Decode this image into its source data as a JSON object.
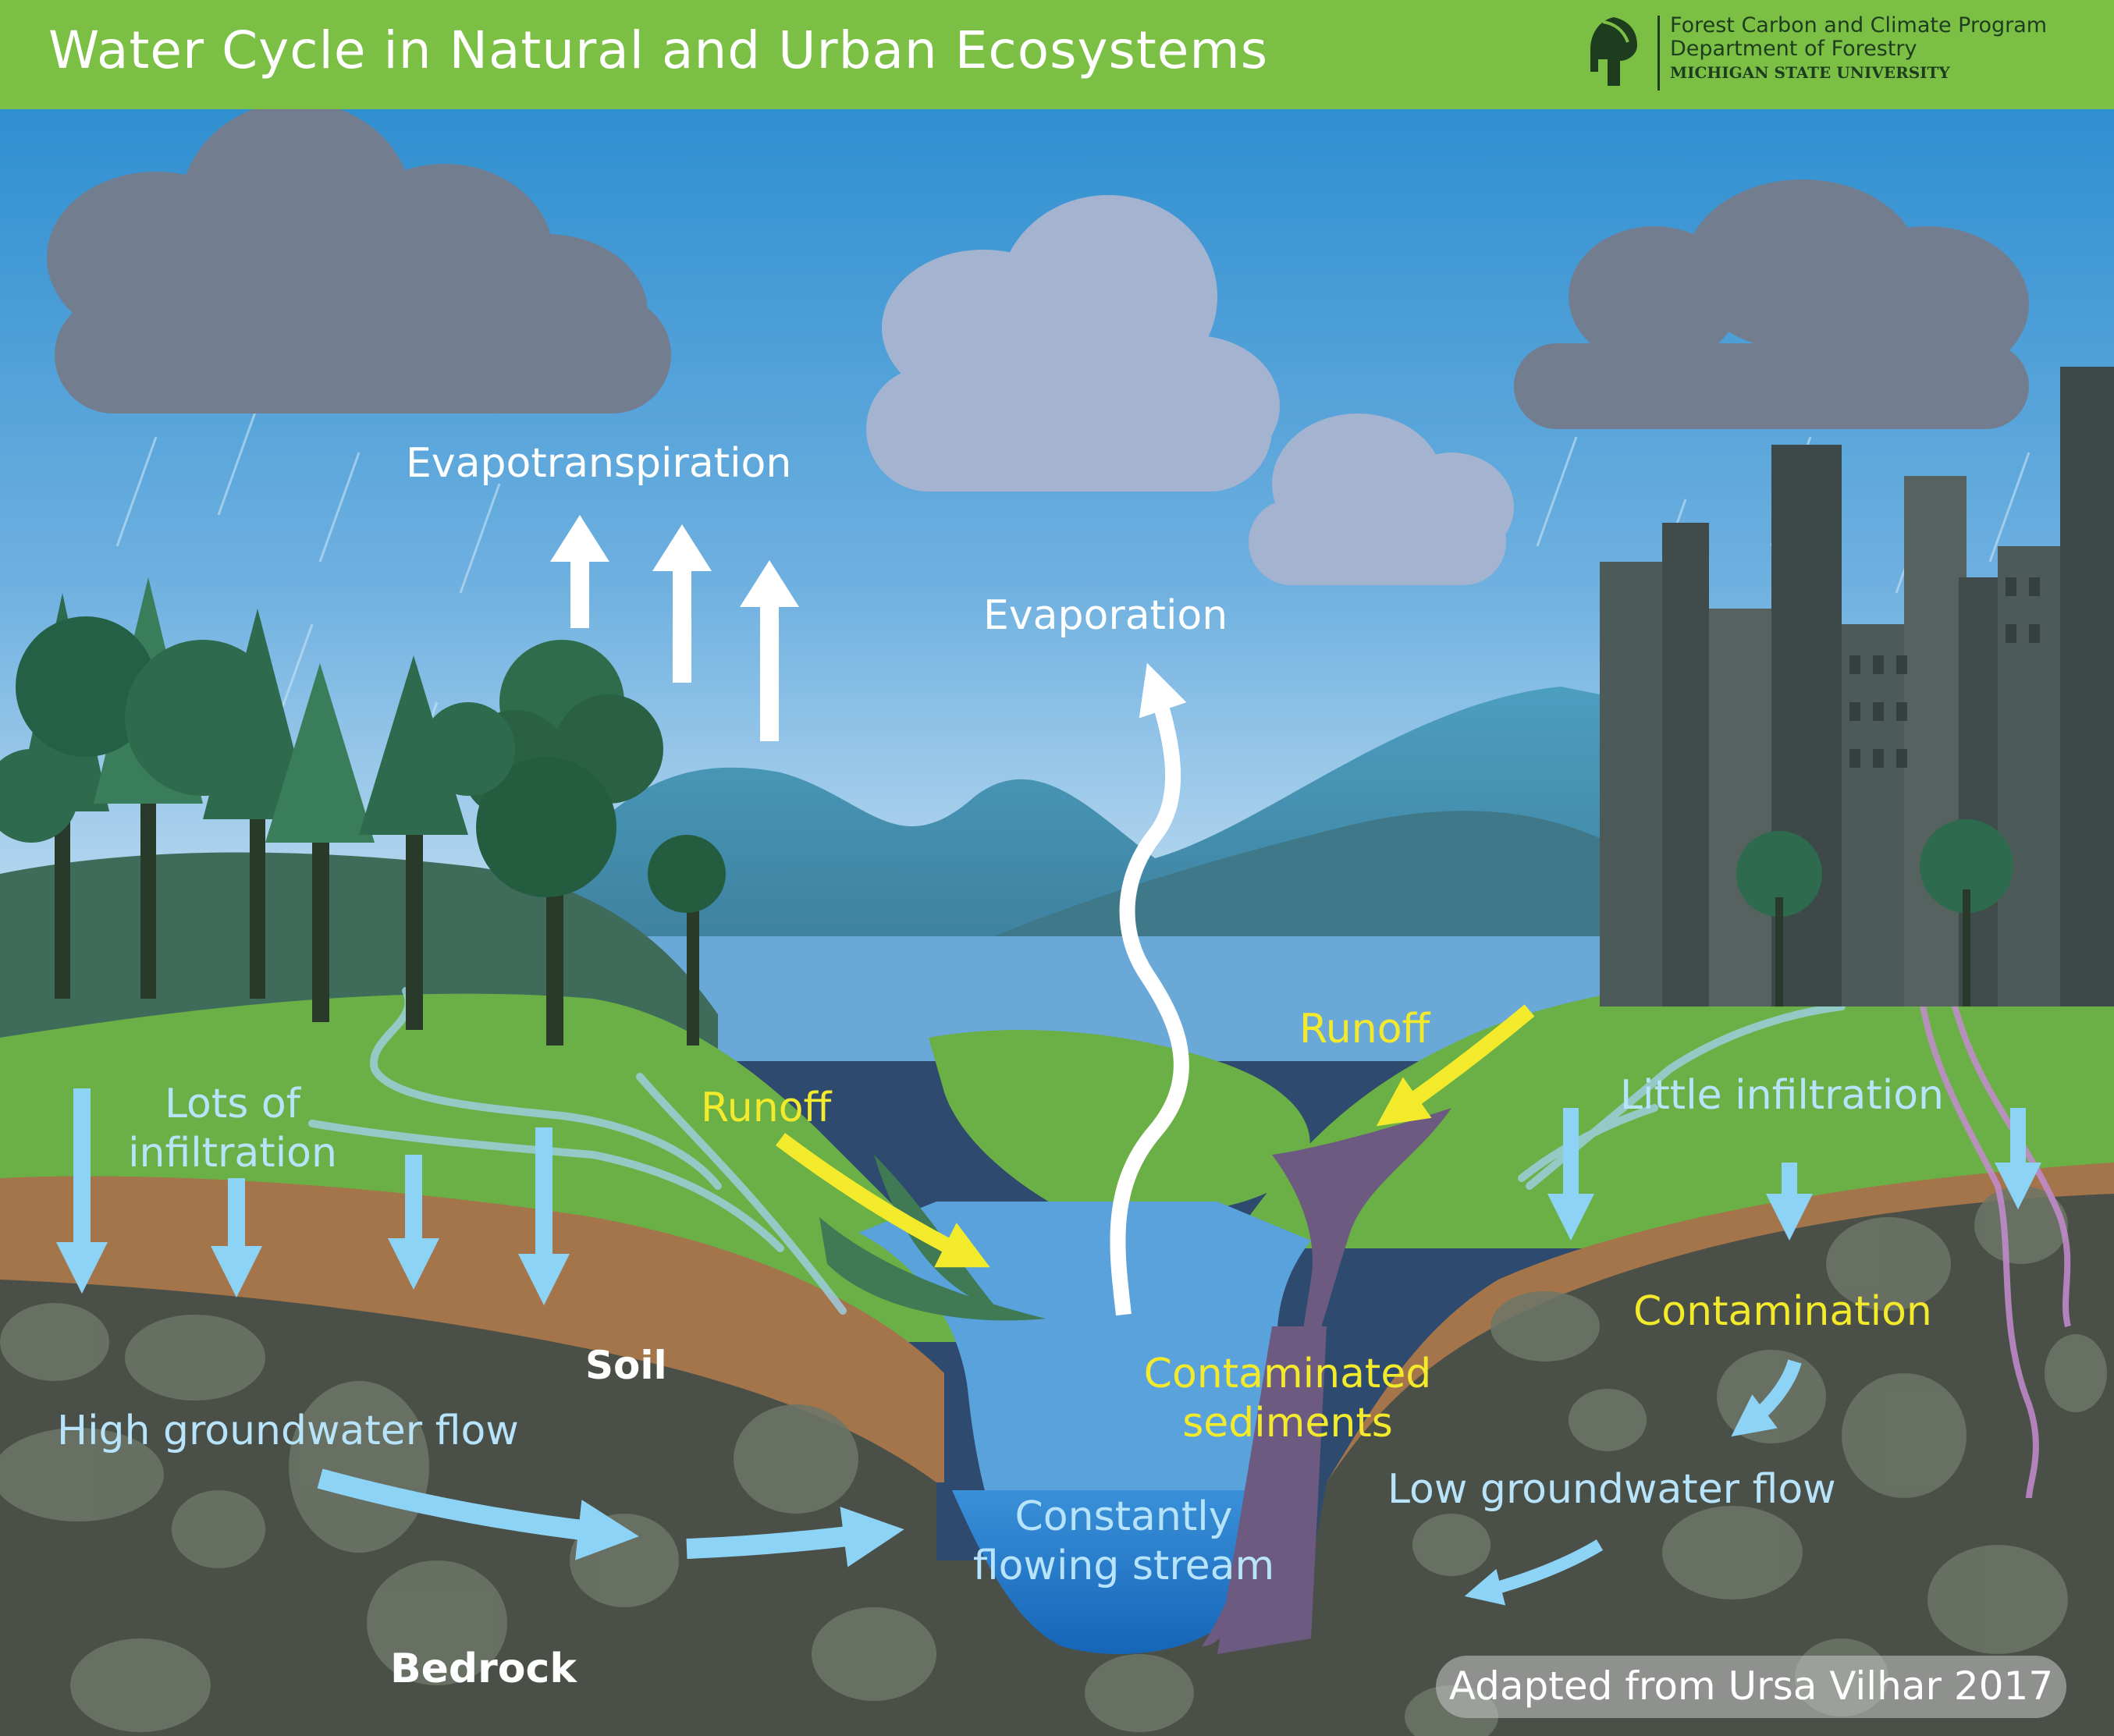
{
  "header": {
    "title": "Water Cycle in Natural and Urban Ecosystems",
    "logo": {
      "icon": "spartan-helmet-icon",
      "line1": "Forest Carbon and Climate Program",
      "line2": "Department of Forestry",
      "line3": "MICHIGAN STATE UNIVERSITY"
    }
  },
  "labels": {
    "evapotranspiration": "Evapotranspiration",
    "evaporation": "Evaporation",
    "runoff_left": "Runoff",
    "runoff_right": "Runoff",
    "lots_of_infiltration_1": "Lots of",
    "lots_of_infiltration_2": "infiltration",
    "little_infiltration": "Little infiltration",
    "soil": "Soil",
    "high_groundwater_flow": "High groundwater flow",
    "contaminated_sediments_1": "Contaminated",
    "contaminated_sediments_2": "sediments",
    "contamination": "Contamination",
    "constantly_flowing_stream_1": "Constantly",
    "constantly_flowing_stream_2": "flowing stream",
    "low_groundwater_flow": "Low groundwater flow",
    "bedrock": "Bedrock"
  },
  "credit": "Adapted from Ursa Vilhar 2017",
  "colors": {
    "header_green": "#7bbf45",
    "sky_top": "#2f8fd0",
    "sky_bottom": "#b9d8ee",
    "grass": "#6bb046",
    "soil": "#a4754a",
    "bedrock": "#4a4f48",
    "water": "#6aa8d8",
    "arrow_blue": "#8dd3f6",
    "arrow_yellow": "#f4ea2c",
    "contamination_purple": "#6c5a80"
  }
}
